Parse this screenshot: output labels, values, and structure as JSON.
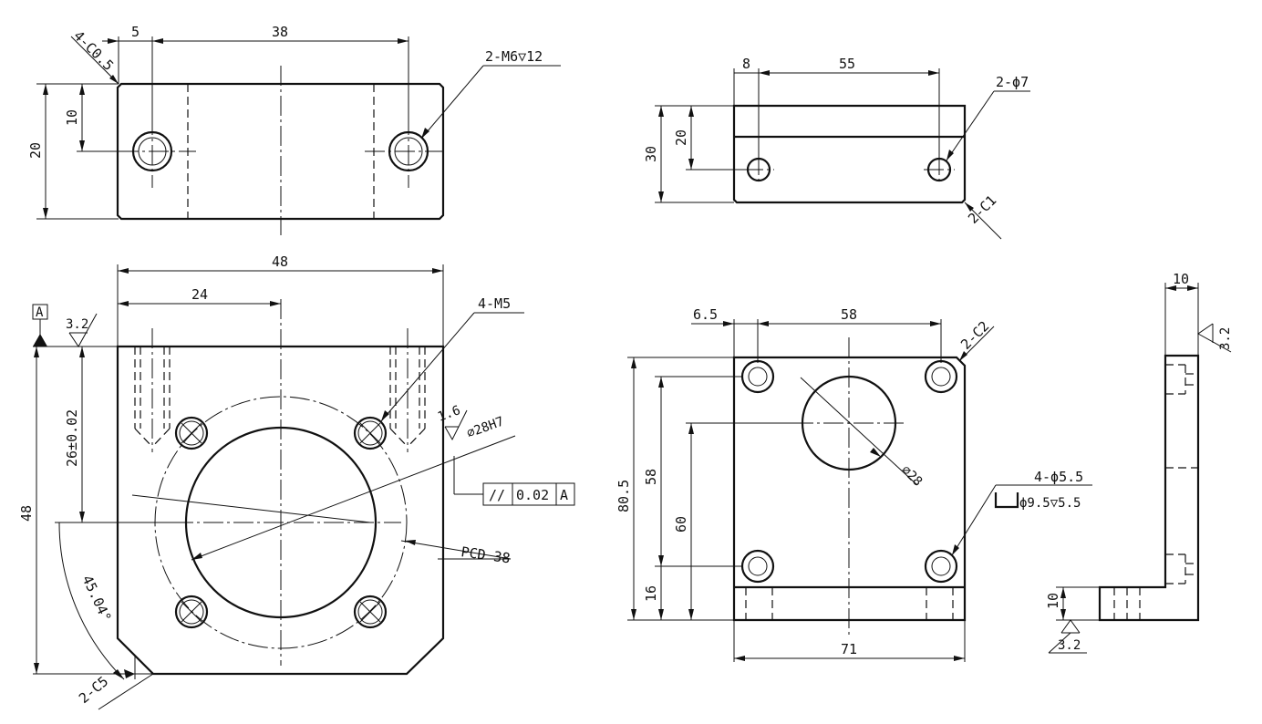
{
  "dims": {
    "d_5": "5",
    "d_38": "38",
    "d_4c05": "4-C0.5",
    "d_2m6": "2-M6",
    "d_12": "12",
    "d_10_top": "10",
    "d_20_top": "20",
    "d_8": "8",
    "d_55": "55",
    "d_2phi7": "2-ϕ7",
    "d_30": "30",
    "d_20_tr": "20",
    "d_2c1": "2-C1",
    "d_48_w": "48",
    "d_24": "24",
    "d_4m5": "4-M5",
    "d_datum_a": "A",
    "d_rough_32": "3.2",
    "d_26": "26±0.02",
    "d_rough_16": "1.6",
    "d_28h7": "⌀28H7",
    "d_fcf_sym": "//",
    "d_fcf_tol": "0.02",
    "d_fcf_ref": "A",
    "d_48_h": "48",
    "d_pcd": "PCD 38",
    "d_45": "45.04°",
    "d_2c5": "2-C5",
    "d_6_5": "6.5",
    "d_58_w": "58",
    "d_2c2": "2-C2",
    "d_80_5": "80.5",
    "d_58_h": "58",
    "d_60": "60",
    "d_16": "16",
    "d_28_br": "⌀28",
    "d_4phi55": "4-ϕ5.5",
    "d_cbore": "ϕ9.5",
    "d_cbore_depth": "5.5",
    "d_71": "71",
    "d_10_side": "10",
    "d_rough_side_top": "3.2",
    "d_10_foot": "10",
    "d_rough_side_bot": "3.2"
  }
}
